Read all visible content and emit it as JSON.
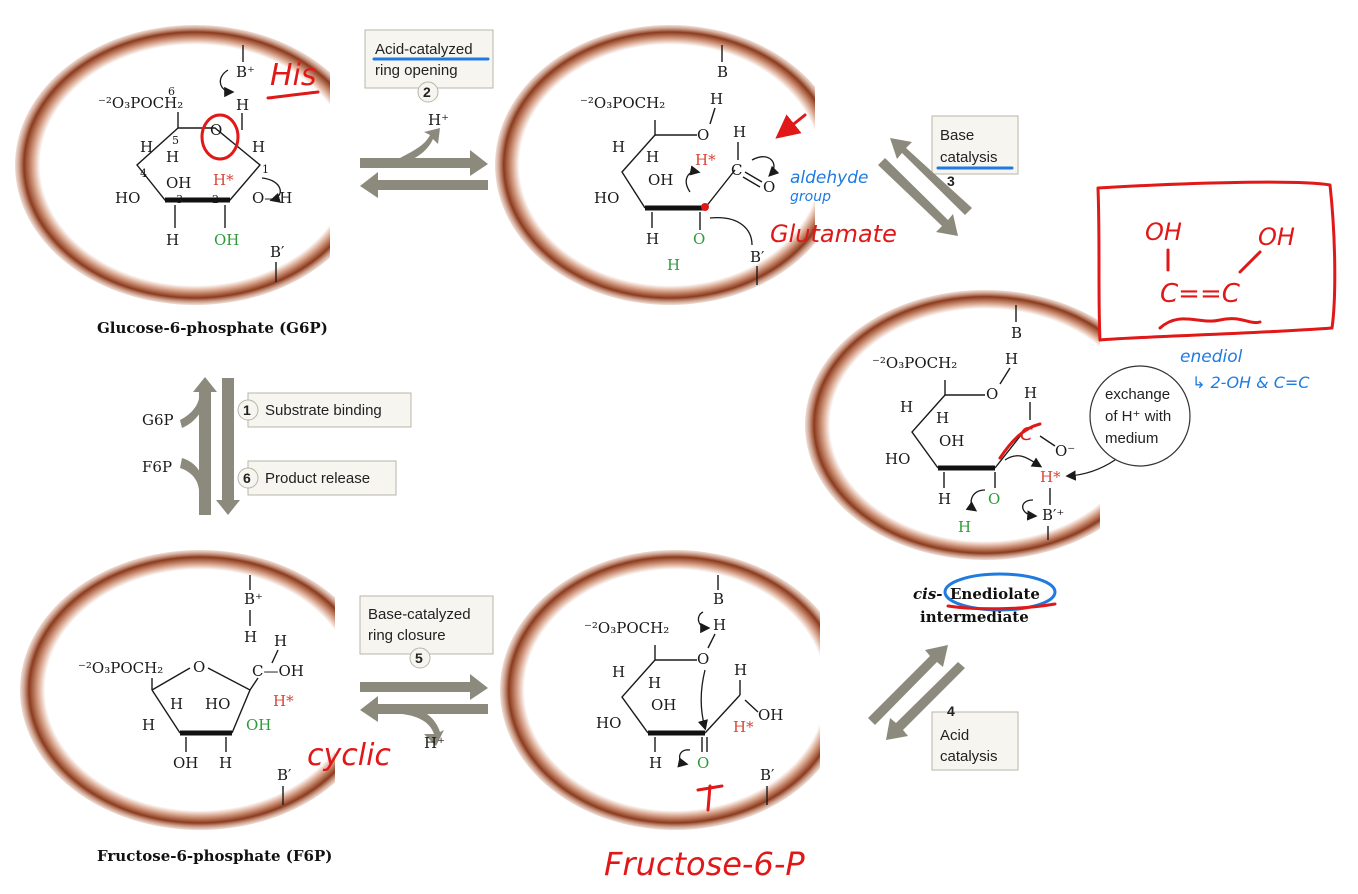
{
  "colors": {
    "ring_brown": "#8b3a1c",
    "arrow_gray": "#8c8a7c",
    "highlight_red": "#d9453a",
    "oh_green": "#2f9a3a",
    "annotation_red": "#e01818",
    "annotation_blue": "#1f7be0"
  },
  "steps": {
    "s1": {
      "num": "1",
      "label": "Substrate binding"
    },
    "s2": {
      "num": "2",
      "line1": "Acid-catalyzed",
      "line2": "ring opening"
    },
    "s3": {
      "num": "3",
      "line1": "Base",
      "line2": "catalysis"
    },
    "s4": {
      "num": "4",
      "line1": "Acid",
      "line2": "catalysis"
    },
    "s5": {
      "num": "5",
      "line1": "Base-catalyzed",
      "line2": "ring closure"
    },
    "s6": {
      "num": "6",
      "label": "Product release"
    }
  },
  "side_labels": {
    "g6p": "G6P",
    "f6p": "F6P",
    "h_plus": "H⁺"
  },
  "captions": {
    "g6p": "Glucose-6-phosphate (G6P)",
    "f6p": "Fructose-6-phosphate (F6P)",
    "ene_a": "cis-",
    "ene_b": "Enediolate",
    "ene_c": "intermediate"
  },
  "bubble": {
    "l1": "exchange",
    "l2": "of H⁺ with",
    "l3": "medium"
  },
  "atoms": {
    "phosphate": "⁻²O₃POCH₂",
    "B": "B",
    "B_plus": "B⁺",
    "B_prime": "B′",
    "B_prime_plus": "B′⁺",
    "H": "H",
    "H_star": "H*",
    "O": "O",
    "OH": "OH",
    "HO": "HO",
    "O_minus": "O⁻",
    "O_H": "O—H",
    "C_OH": "C—OH",
    "C": "C",
    "n1": "1",
    "n2": "2",
    "n3": "3",
    "n4": "4",
    "n5": "5",
    "n6": "6"
  },
  "annotations": {
    "his": "His",
    "aldehyde": "aldehyde",
    "group": "group",
    "glutamate": "Glutamate",
    "enediol_oh1": "OH",
    "enediol_oh2": "OH",
    "enediol_cc": "C==C",
    "enediol": "enediol",
    "enediol_note": "↳ 2-OH & C=C",
    "cyclic": "cyclic",
    "fructose": "Fructose-6-P"
  }
}
